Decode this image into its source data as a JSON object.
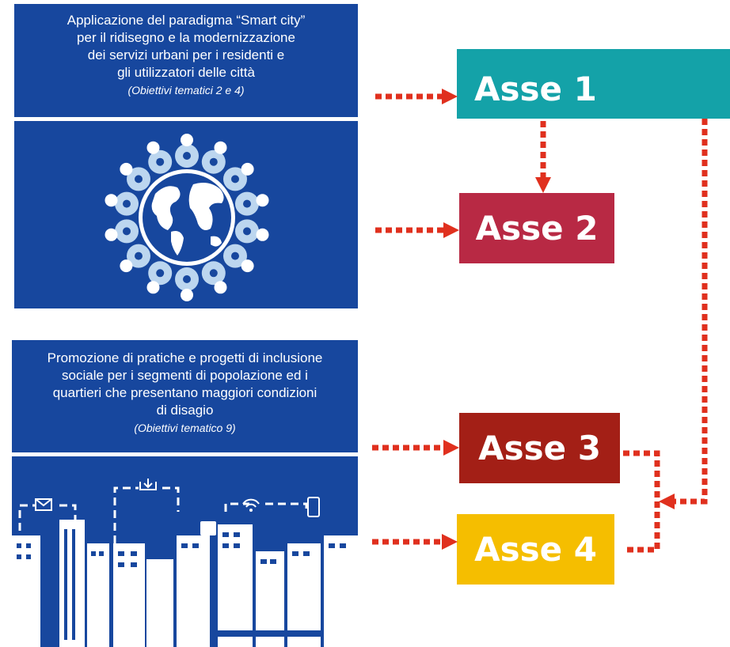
{
  "panel_top": {
    "lines": [
      "Applicazione del paradigma “Smart city”",
      "per il ridisegno e la modernizzazione",
      "dei servizi urbani per i residenti e",
      "gli utilizzatori delle città"
    ],
    "subtitle": "(Obiettivi tematici 2 e 4)",
    "illustration": "globe-with-people-icon"
  },
  "panel_bottom": {
    "lines": [
      "Promozione di pratiche e progetti di inclusione",
      "sociale per i segmenti di popolazione ed i",
      "quartieri che presentano maggiori condizioni",
      "di disagio"
    ],
    "subtitle": "(Obiettivi tematico 9)",
    "illustration": "smart-city-skyline-icon"
  },
  "axes": [
    {
      "label": "Asse 1",
      "color": "#14a2a8"
    },
    {
      "label": "Asse 2",
      "color": "#b82944"
    },
    {
      "label": "Asse 3",
      "color": "#a31f16"
    },
    {
      "label": "Asse 4",
      "color": "#f5be00"
    }
  ],
  "arrow_color": "#e0301e"
}
